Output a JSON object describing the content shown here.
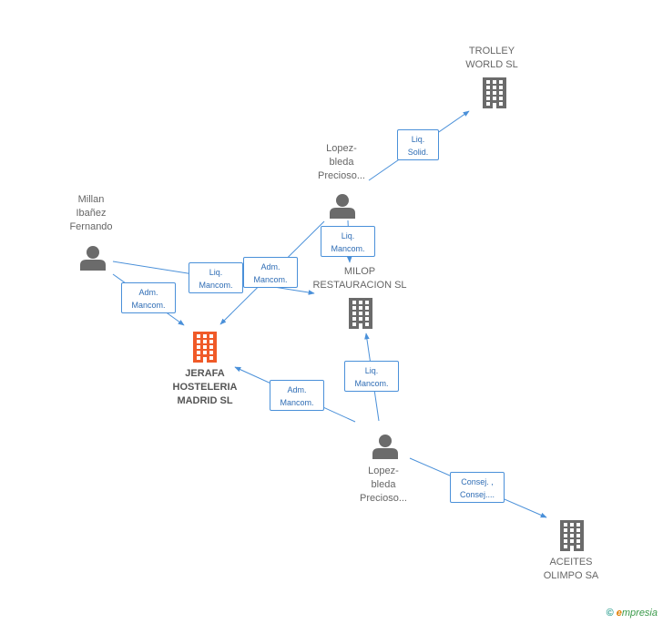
{
  "colors": {
    "edge": "#4a90d9",
    "company_icon": "#6b6b6b",
    "focus_icon": "#f05a28",
    "person_icon": "#6b6b6b"
  },
  "nodes": {
    "trolley": {
      "label": "TROLLEY\nWORLD SL",
      "icon": "building-icon"
    },
    "lopez_top": {
      "label": "Lopez-\nbleda\nPrecioso...",
      "icon": "person-icon"
    },
    "millan": {
      "label": "Millan\nIbañez\nFernando",
      "icon": "person-icon"
    },
    "milop": {
      "label": "MILOP\nRESTAURACION SL",
      "icon": "building-icon"
    },
    "jerafa": {
      "label": "JERAFA\nHOSTELERIA\nMADRID SL",
      "icon": "building-icon"
    },
    "lopez_bottom": {
      "label": "Lopez-\nbleda\nPrecioso...",
      "icon": "person-icon"
    },
    "aceites": {
      "label": "ACEITES\nOLIMPO SA",
      "icon": "building-icon"
    }
  },
  "edges": [
    {
      "from": "lopez_top",
      "to": "trolley",
      "label": "Liq.\nSolid."
    },
    {
      "from": "lopez_top",
      "to": "milop",
      "label": "Liq.\nMancom."
    },
    {
      "from": "lopez_top",
      "to": "jerafa",
      "label": "Adm.\nMancom."
    },
    {
      "from": "millan",
      "to": "milop",
      "label": "Liq.\nMancom."
    },
    {
      "from": "millan",
      "to": "jerafa",
      "label": "Adm.\nMancom."
    },
    {
      "from": "lopez_bottom",
      "to": "jerafa",
      "label": "Adm.\nMancom."
    },
    {
      "from": "lopez_bottom",
      "to": "milop",
      "label": "Liq.\nMancom."
    },
    {
      "from": "lopez_bottom",
      "to": "aceites",
      "label": "Consej. ,\nConsej...."
    }
  ],
  "footer": {
    "copyright": "©",
    "brand_e": "e",
    "brand_rest": "mpresia"
  }
}
